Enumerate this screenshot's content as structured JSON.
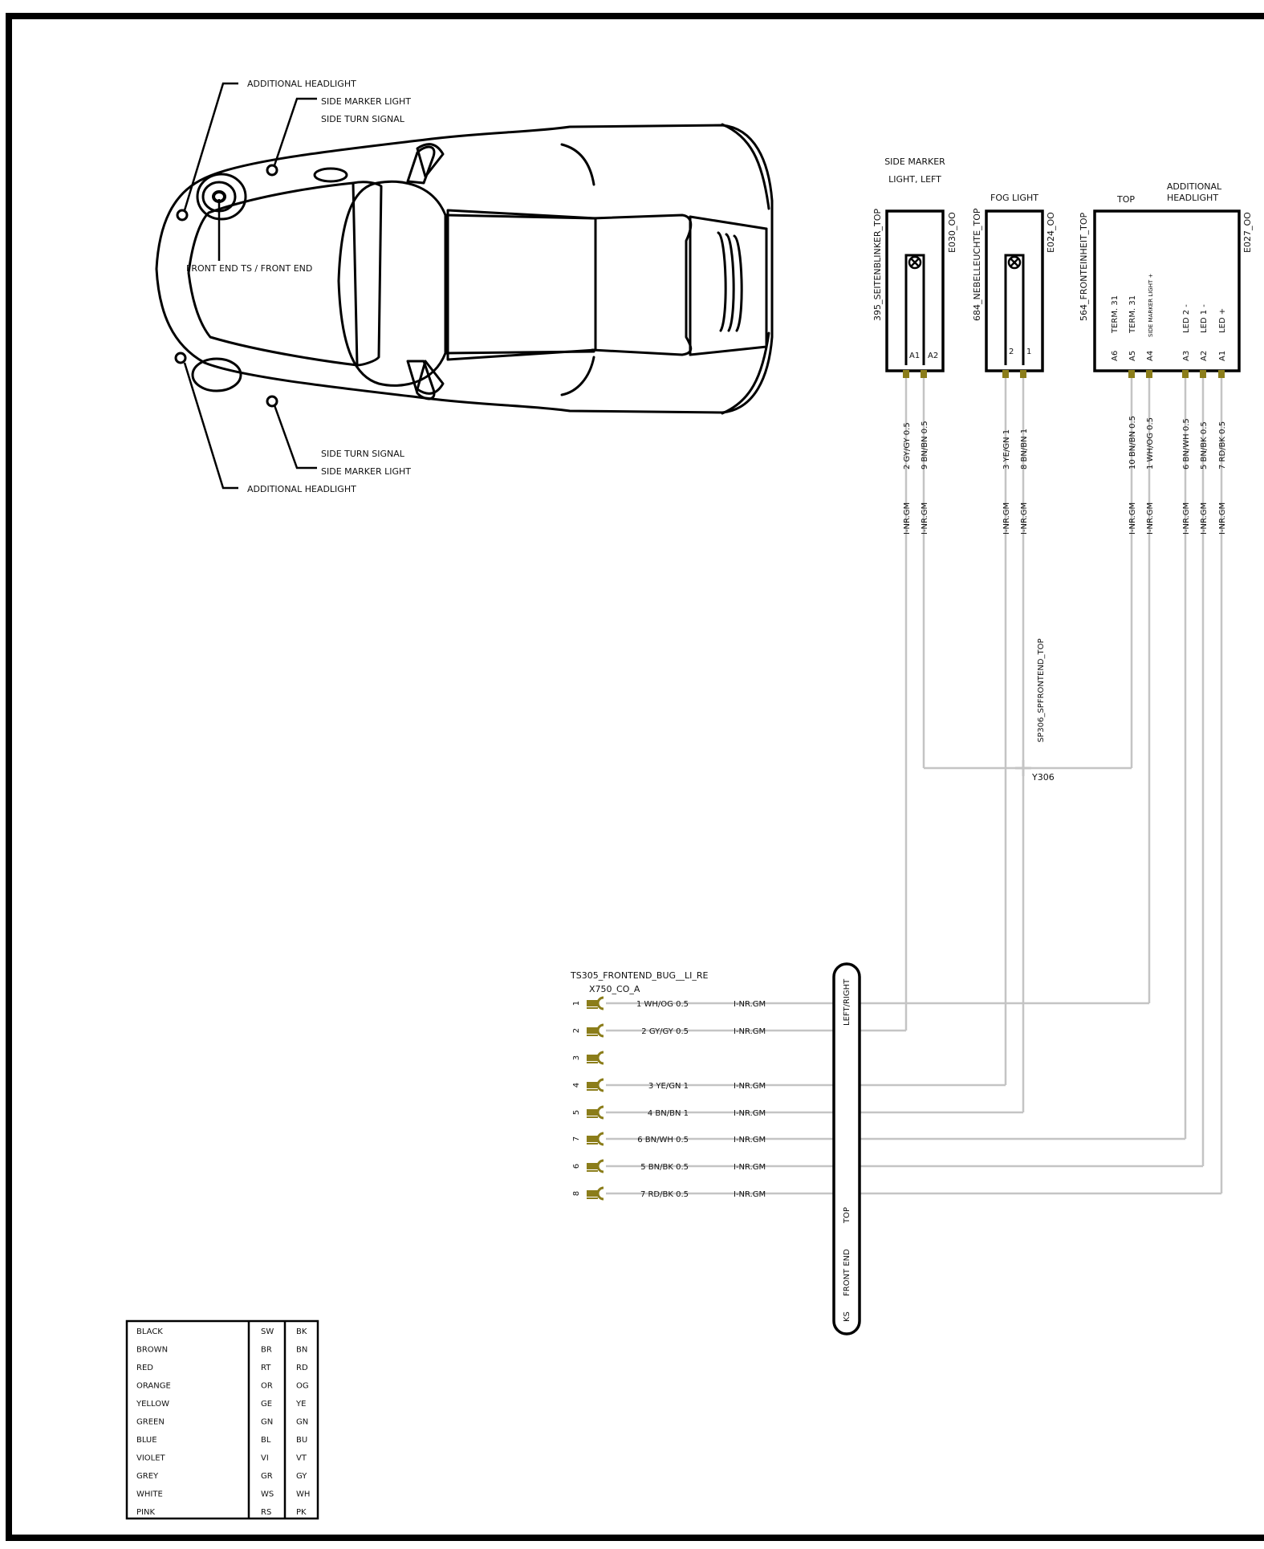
{
  "car_callouts": {
    "top_additional_headlight": "ADDITIONAL  HEADLIGHT",
    "top_side_marker_light": "SIDE MARKER  LIGHT",
    "top_side_turn_signal": "SIDE TURN SIGNAL",
    "front_end": "FRONT END TS / FRONT END",
    "bottom_side_turn_signal": "SIDE TURN SIGNAL",
    "bottom_side_marker_light": "SIDE MARKER  LIGHT",
    "bottom_additional_headlight": "ADDITIONAL HEADLIGHT"
  },
  "components": {
    "side_marker": {
      "title_line1": "SIDE MARKER",
      "title_line2": "LIGHT, LEFT",
      "left_label": "395_SEITENBLINKER_TOP",
      "right_label": "E030_OO",
      "pins": [
        "A1",
        "A2"
      ]
    },
    "fog_light": {
      "title": "FOG LIGHT",
      "left_label": "684_NEBELLEUCHTE_TOP",
      "right_label": "E024_OO",
      "pins": [
        "2",
        "1"
      ]
    },
    "additional_headlight": {
      "title_line1": "ADDITIONAL",
      "title_line2": "HEADLIGHT",
      "top_label": "TOP",
      "left_label": "564_FRONTEINHEIT_TOP",
      "right_label": "E027_OO",
      "pin_functions": [
        "TERM. 31",
        "TERM. 31",
        "SIDE MARKER  LIGHT +",
        "LED   2   -",
        "LED   1   -",
        "LED   +"
      ],
      "pins": [
        "A6",
        "A5",
        "A4",
        "A3",
        "A2",
        "A1"
      ]
    }
  },
  "vertical_wires": [
    {
      "label": "2 GY/GY 0.5",
      "material": "I-NR.GM"
    },
    {
      "label": "9 BN/BN 0.5",
      "material": "I-NR.GM"
    },
    {
      "label": "3 YE/GN 1",
      "material": "I-NR.GM"
    },
    {
      "label": "8 BN/BN 1",
      "material": "I-NR.GM"
    },
    {
      "label": "10 BN/BN 0.5",
      "material": "I-NR.GM"
    },
    {
      "label": "1 WH/OG 0.5",
      "material": "I-NR.GM"
    },
    {
      "label": "6 BN/WH 0.5",
      "material": "I-NR.GM"
    },
    {
      "label": "5 BN/BK 0.5",
      "material": "I-NR.GM"
    },
    {
      "label": "7 RD/BK 0.5",
      "material": "I-NR.GM"
    }
  ],
  "splice": {
    "label": "SP306_SPFRONTEND_TOP",
    "id": "Y306"
  },
  "connector": {
    "title": "TS305_FRONTEND_BUG__LI_RE",
    "subtitle": "X750_CO_A",
    "rows": [
      {
        "pin": "1",
        "wire": "1 WH/OG 0.5",
        "material": "I-NR.GM"
      },
      {
        "pin": "2",
        "wire": "2 GY/GY 0.5",
        "material": "I-NR.GM"
      },
      {
        "pin": "3",
        "wire": "",
        "material": ""
      },
      {
        "pin": "4",
        "wire": "3 YE/GN 1",
        "material": "I-NR.GM"
      },
      {
        "pin": "5",
        "wire": "4 BN/BN 1",
        "material": "I-NR.GM"
      },
      {
        "pin": "7",
        "wire": "6 BN/WH 0.5",
        "material": "I-NR.GM"
      },
      {
        "pin": "6",
        "wire": "5 BN/BK 0.5",
        "material": "I-NR.GM"
      },
      {
        "pin": "8",
        "wire": "7 RD/BK 0.5",
        "material": "I-NR.GM"
      }
    ]
  },
  "harness": {
    "left_right": "LEFT/RIGHT",
    "top": "TOP",
    "front_end": "FRONT END",
    "ks": "KS"
  },
  "legend": [
    {
      "name": "BLACK",
      "de": "SW",
      "en": "BK"
    },
    {
      "name": "BROWN",
      "de": "BR",
      "en": "BN"
    },
    {
      "name": "RED",
      "de": "RT",
      "en": "RD"
    },
    {
      "name": "ORANGE",
      "de": "OR",
      "en": "OG"
    },
    {
      "name": "YELLOW",
      "de": "GE",
      "en": "YE"
    },
    {
      "name": "GREEN",
      "de": "GN",
      "en": "GN"
    },
    {
      "name": "BLUE",
      "de": "BL",
      "en": "BU"
    },
    {
      "name": "VIOLET",
      "de": "VI",
      "en": "VT"
    },
    {
      "name": "GREY",
      "de": "GR",
      "en": "GY"
    },
    {
      "name": "WHITE",
      "de": "WS",
      "en": "WH"
    },
    {
      "name": "PINK",
      "de": "RS",
      "en": "PK"
    }
  ],
  "colors": {
    "wire": "#c4c4c4",
    "pin": "#8b7d1a",
    "line": "#000000"
  }
}
